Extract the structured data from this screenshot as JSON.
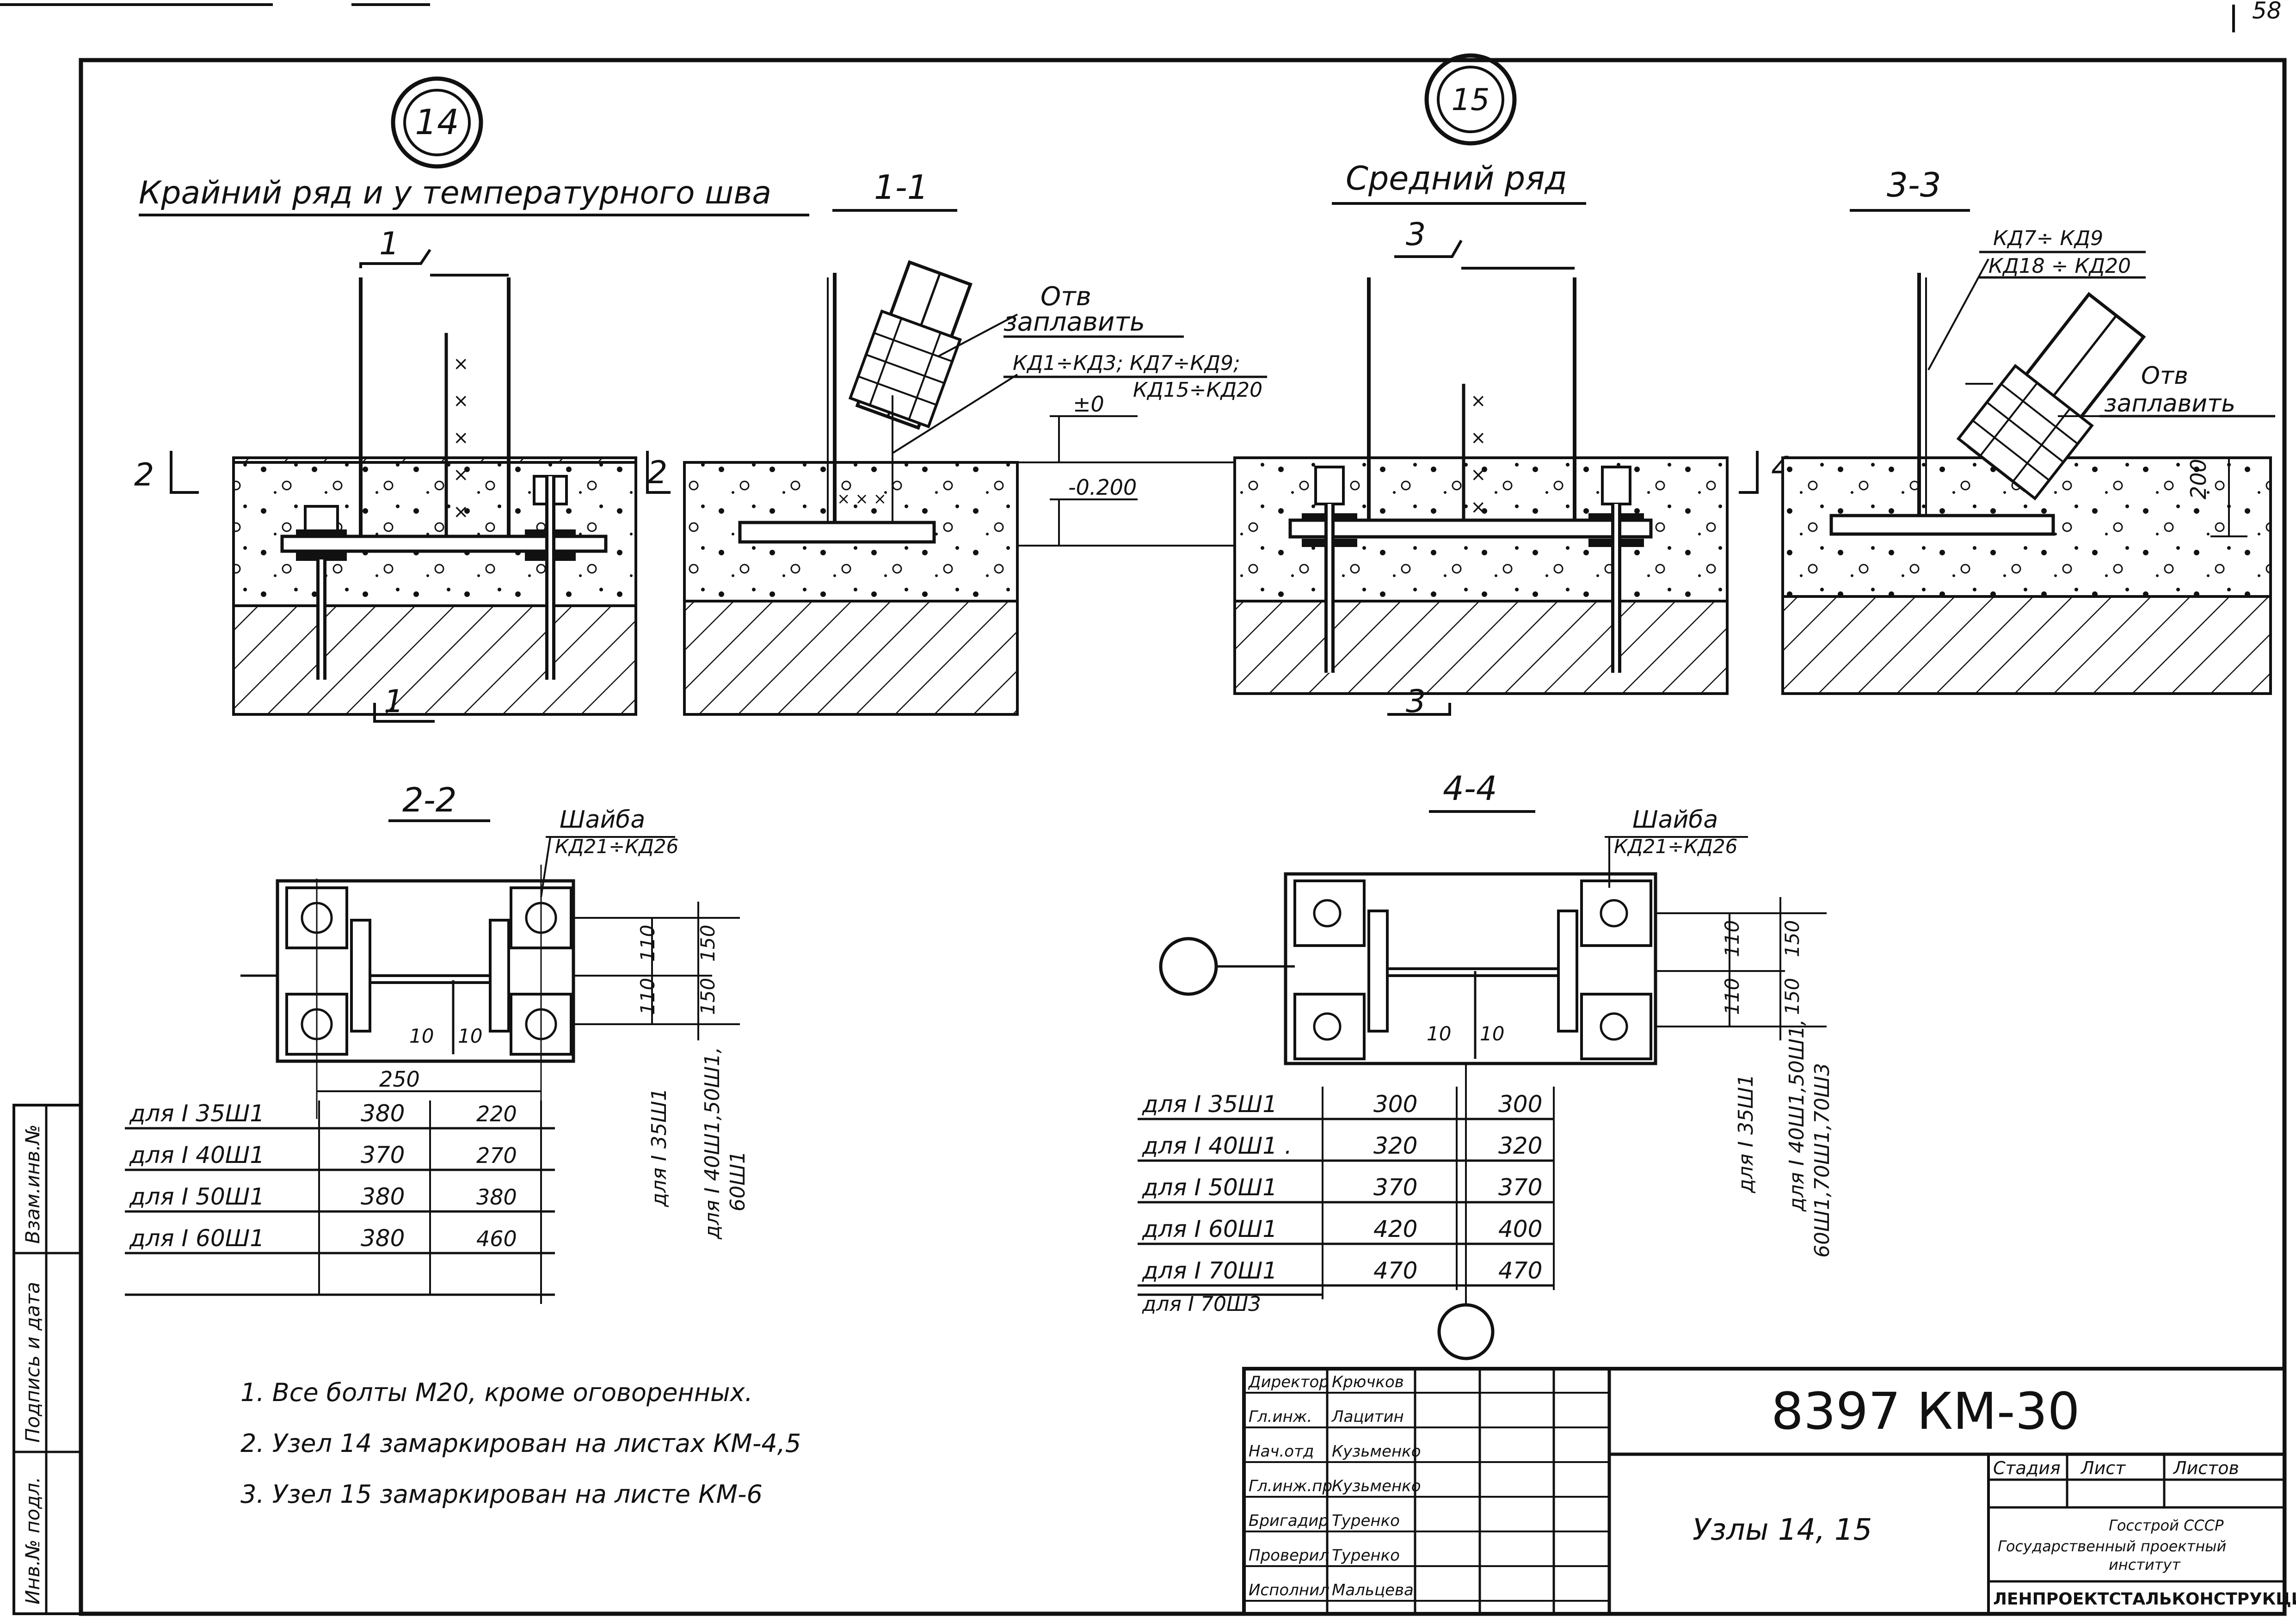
{
  "sheet_number": "58",
  "nodes": {
    "node_14": "14",
    "node_15": "15"
  },
  "titles": {
    "left": "Крайний ряд и у температурного шва",
    "section_1_1": "1-1",
    "middle": "Средний ряд",
    "section_3_3": "3-3",
    "section_2_2": "2-2",
    "section_4_4": "4-4"
  },
  "section_marks": {
    "m1": "1",
    "m2": "2",
    "m3": "3",
    "m4": "4"
  },
  "leaders": {
    "hole_weld_1": "Отв",
    "hole_weld_2": "заплавить",
    "kd_1_1_a": "КД1÷КД3; КД7÷КД9;",
    "kd_1_1_b": "КД15÷КД20",
    "kd_3_3_a": "КД7÷ КД9",
    "kd_3_3_b": "КД18 ÷ КД20",
    "hole_weld_3": "Отв",
    "hole_weld_4": "заплавить",
    "washer_2_2": "Шайба",
    "washer_2_2_kd": "КД21÷КД26",
    "washer_4_4": "Шайба",
    "washer_4_4_kd": "КД21÷КД26"
  },
  "levels": {
    "zero": "±0",
    "minus": "-0.200",
    "dim_200": "200"
  },
  "dims_2_2": {
    "d110a": "110",
    "d110b": "110",
    "d150a": "150",
    "d150b": "150",
    "d250": "250",
    "d10a": "10",
    "d10b": "10",
    "v1": "для I 35Ш1",
    "v2": "для I 40Ш1,50Ш1,",
    "v3": "60Ш1"
  },
  "dims_4_4": {
    "d110a": "110",
    "d110b": "110",
    "d150a": "150",
    "d150b": "150",
    "d10a": "10",
    "d10b": "10",
    "v1": "для I 35Ш1",
    "v2": "для I 40Ш1,50Ш1,",
    "v3": "60Ш1,70Ш1,70Ш3"
  },
  "table_2_2": [
    {
      "label": "для I 35Ш1",
      "a": "380",
      "b": "220"
    },
    {
      "label": "для I 40Ш1",
      "a": "370",
      "b": "270"
    },
    {
      "label": "для I 50Ш1",
      "a": "380",
      "b": "380"
    },
    {
      "label": "для I 60Ш1",
      "a": "380",
      "b": "460"
    }
  ],
  "table_4_4": [
    {
      "label": "для I 35Ш1",
      "a": "300",
      "b": "300"
    },
    {
      "label": "для I 40Ш1 .",
      "a": "320",
      "b": "320"
    },
    {
      "label": "для I 50Ш1",
      "a": "370",
      "b": "370"
    },
    {
      "label": "для I 60Ш1",
      "a": "420",
      "b": "400"
    },
    {
      "label": "для I 70Ш1",
      "a": "470",
      "b": "470"
    },
    {
      "label": "для I 70Ш3",
      "a": "",
      "b": ""
    }
  ],
  "notes": [
    "1. Все болты М20, кроме оговоренных.",
    "2. Узел 14 замаркирован на листах КМ-4,5",
    "3. Узел 15 замаркирован на листе КМ-6"
  ],
  "side_stamp": {
    "inv_podl": "Инв.№ подл.",
    "podpis": "Подпись и дата",
    "vzam": "Взам.инв.№"
  },
  "title_block": {
    "roles": [
      "Директор",
      "Гл.инж.",
      "Нач.отд",
      "Гл.инж.пр",
      "Бригадир",
      "Проверил",
      "Исполнил"
    ],
    "names": [
      "Крючков",
      "Лацитин",
      "Кузьменко",
      "Кузьменко",
      "Туренко",
      "Туренко",
      "Мальцева"
    ],
    "code": "8397 КМ-30",
    "title": "Узлы 14, 15",
    "stage_label": "Стадия",
    "sheet_label": "Лист",
    "sheets_label": "Листов",
    "org1": "Госстрой СССР",
    "org2": "Государственный проектный",
    "org3": "институт",
    "org4": "ЛЕНПРОЕКТСТАЛЬКОНСТРУКЦИЯ"
  }
}
